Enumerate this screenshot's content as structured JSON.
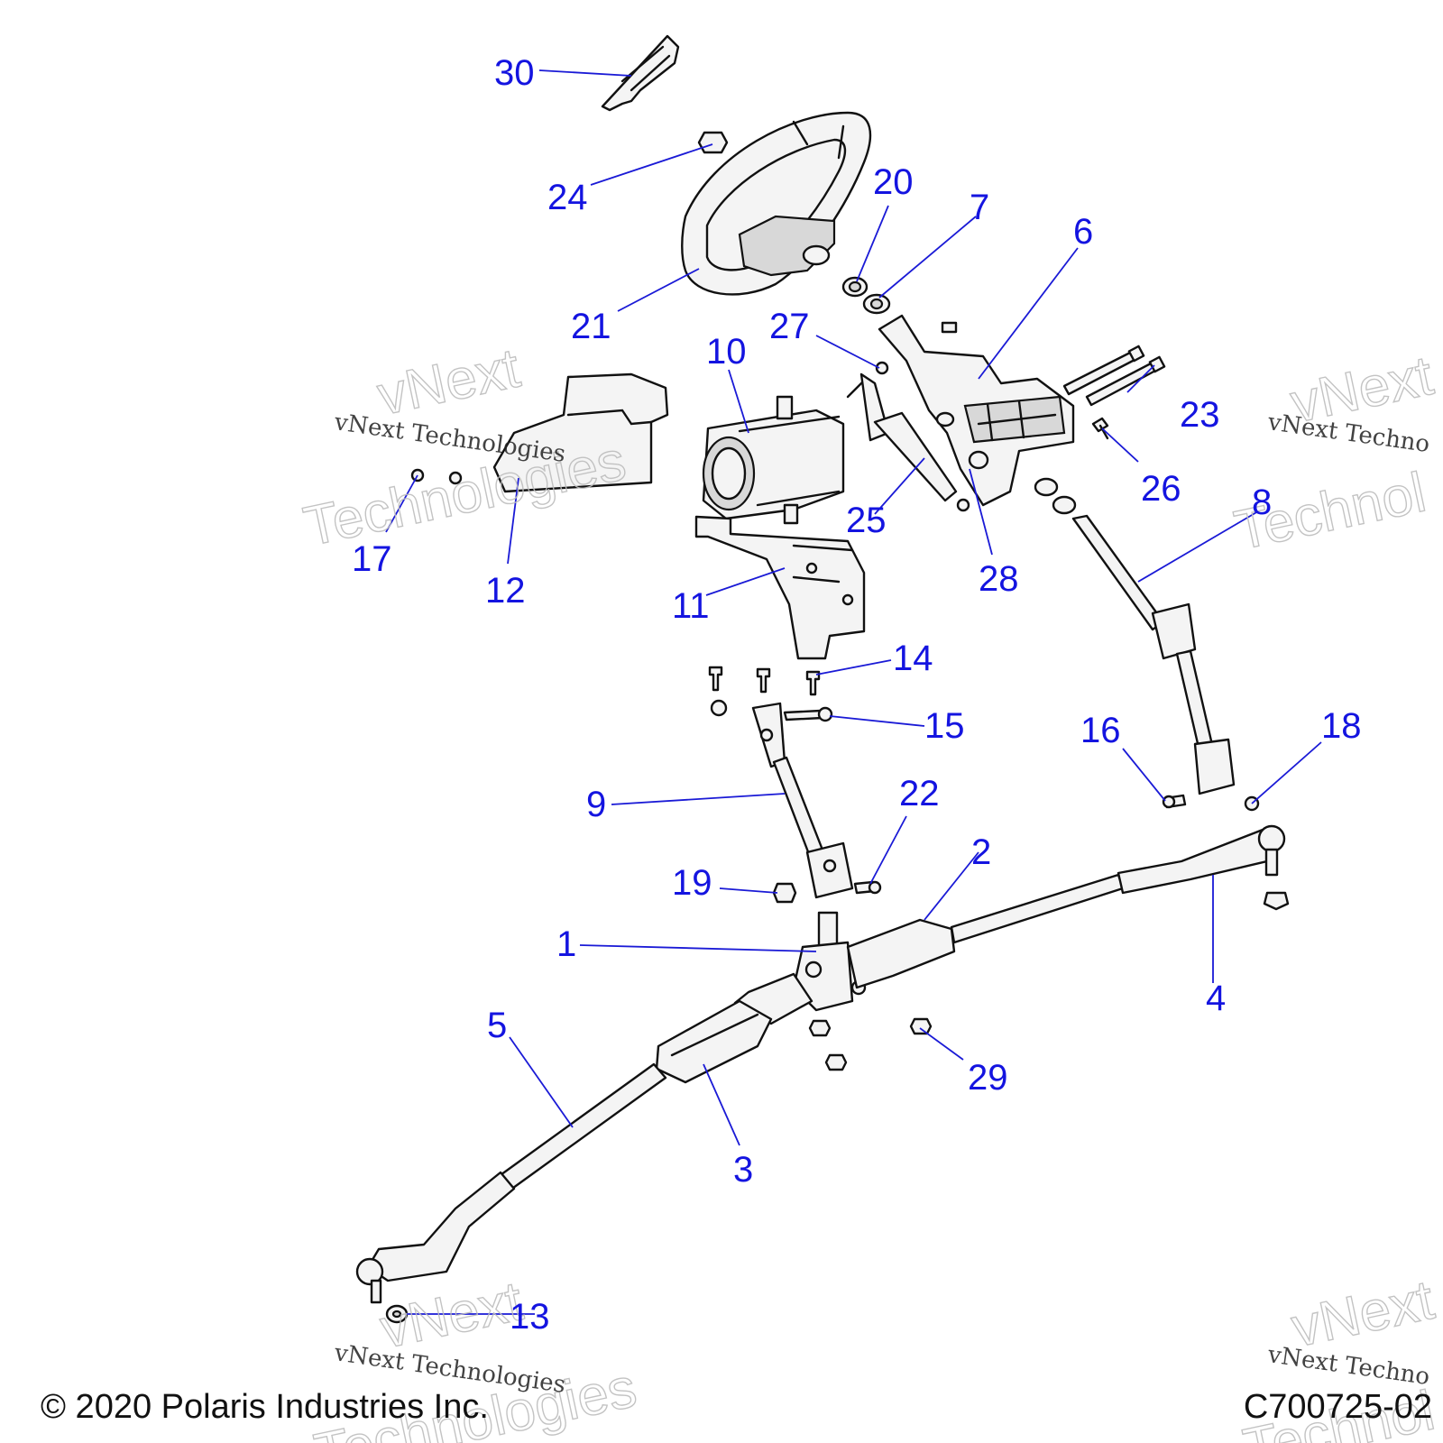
{
  "callouts": {
    "c1": "1",
    "c2": "2",
    "c3": "3",
    "c4": "4",
    "c5": "5",
    "c6": "6",
    "c7": "7",
    "c8": "8",
    "c9": "9",
    "c10": "10",
    "c11": "11",
    "c12": "12",
    "c13": "13",
    "c14": "14",
    "c15": "15",
    "c16": "16",
    "c17": "17",
    "c18": "18",
    "c19": "19",
    "c20": "20",
    "c21": "21",
    "c22": "22",
    "c23": "23",
    "c24": "24",
    "c25": "25",
    "c26": "26",
    "c27": "27",
    "c28": "28",
    "c29": "29",
    "c30": "30"
  },
  "watermark": {
    "script_text": "vNext Technologies",
    "ghost_line1": "vNext",
    "ghost_line2": "Technologies",
    "right_script": "vNext Techno",
    "right_ghost1": "vNext",
    "right_ghost2": "Technol"
  },
  "footer": {
    "copyright": "© 2020 Polaris Industries Inc.",
    "drawing_code": "C700725-02"
  },
  "colors": {
    "callout": "#1414e0",
    "line_art": "#111111",
    "background": "#ffffff"
  }
}
